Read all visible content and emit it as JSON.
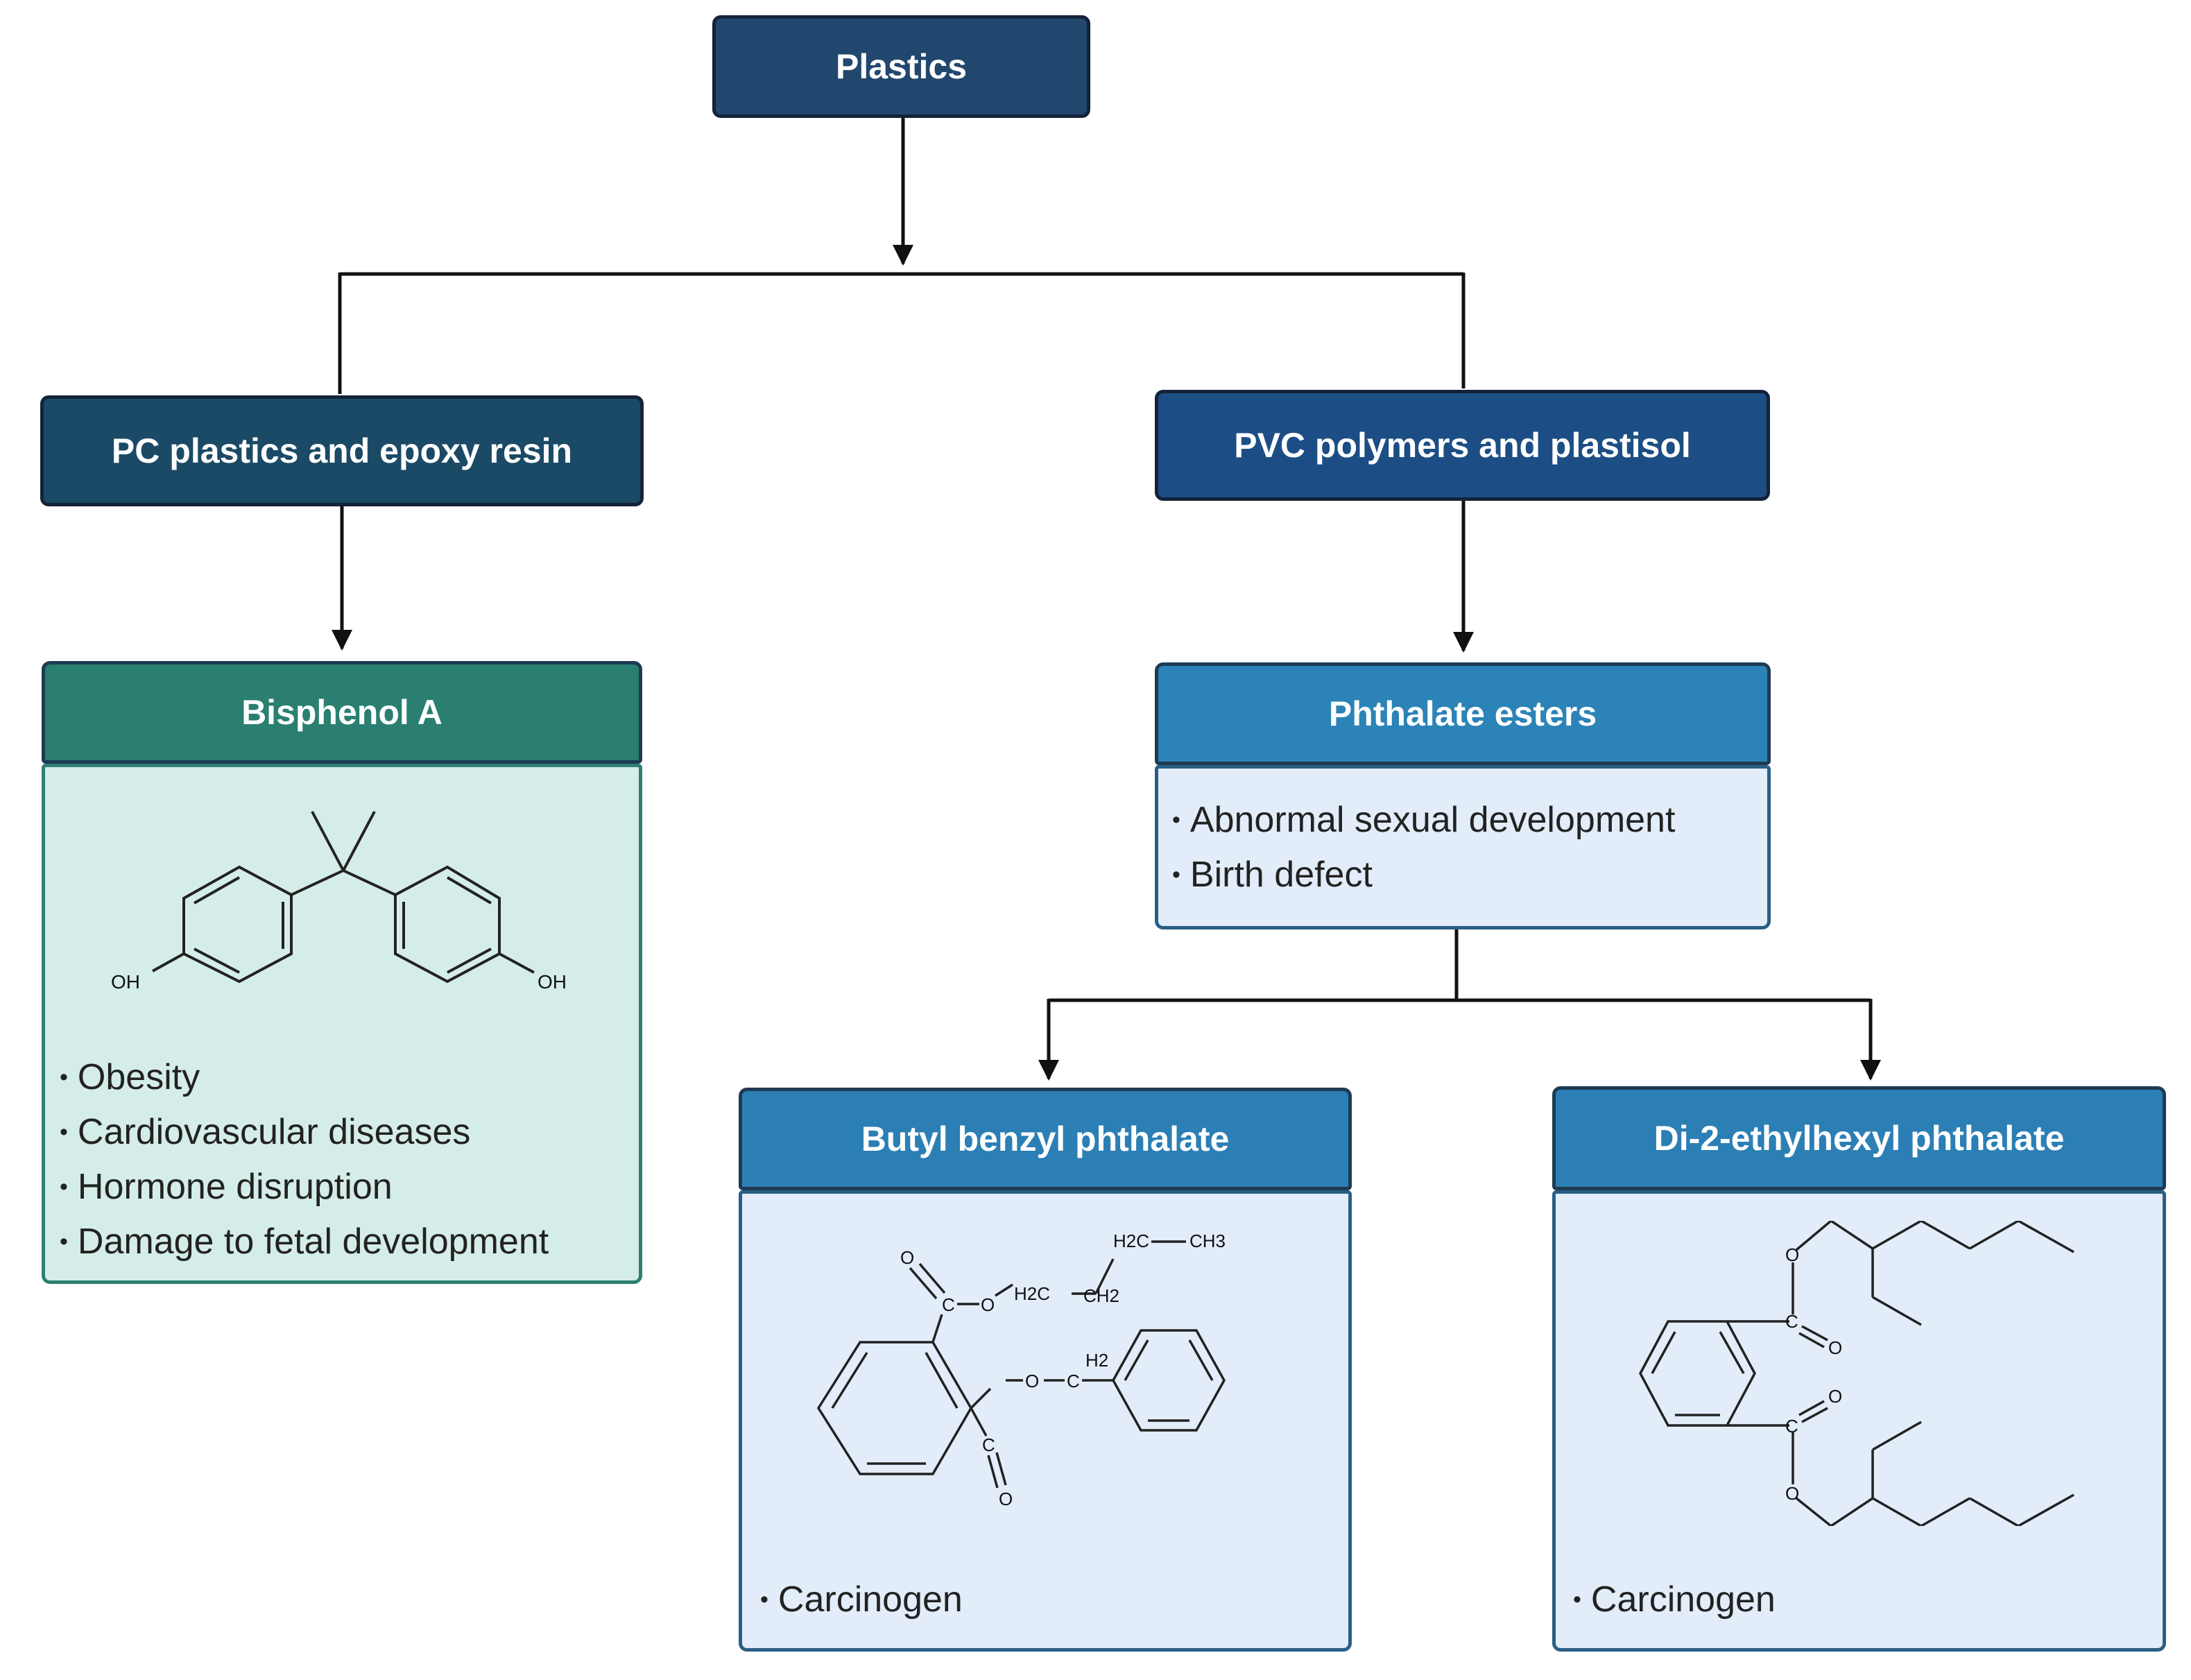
{
  "root": {
    "label": "Plastics",
    "color": "#22476f"
  },
  "branch_left": {
    "label": "PC plastics and epoxy resin",
    "color": "#1b4a66"
  },
  "branch_right": {
    "label": "PVC polymers and plastisol",
    "color": "#1c4e85"
  },
  "bpa": {
    "title": "Bisphenol A",
    "header_color": "#2a7f71",
    "body_color": "#d5ede8",
    "structure_labels": [
      "OH",
      "OH"
    ],
    "effects": [
      "Obesity",
      "Cardiovascular diseases",
      "Hormone disruption",
      "Damage to fetal development"
    ]
  },
  "phthalates": {
    "title": "Phthalate esters",
    "header_color": "#2b83b7",
    "body_color": "#e2edf9",
    "effects": [
      "Abnormal sexual development",
      "Birth defect"
    ]
  },
  "bbp": {
    "title": "Butyl benzyl phthalate",
    "header_color": "#2b7fb5",
    "body_color": "#e2edf9",
    "structure_labels": [
      "H2C",
      "CH3",
      "H2C",
      "CH2",
      "O",
      "O",
      "C",
      "H2",
      "C",
      "O",
      "C",
      "O"
    ],
    "effects": [
      "Carcinogen"
    ]
  },
  "dehp": {
    "title": "Di-2-ethylhexyl phthalate",
    "header_color": "#2b7fb5",
    "body_color": "#e2edf9",
    "structure_labels": [
      "O",
      "C",
      "O",
      "O",
      "C",
      "O"
    ],
    "effects": [
      "Carcinogen"
    ]
  }
}
